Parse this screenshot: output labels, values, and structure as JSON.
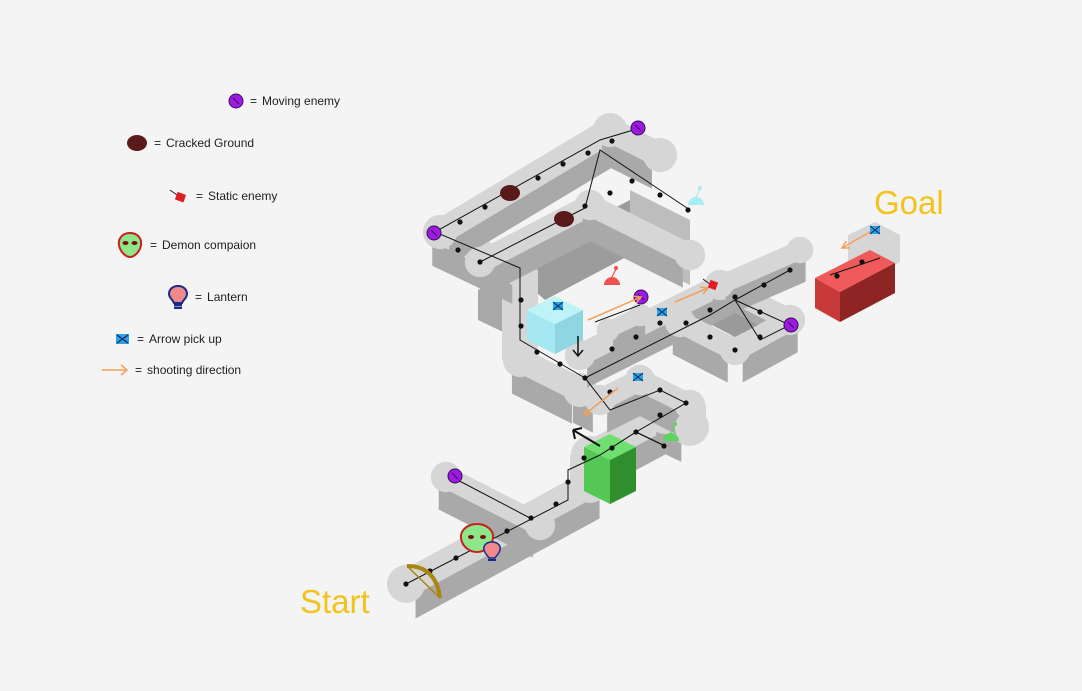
{
  "legend": {
    "moving_enemy": "Moving enemy",
    "cracked_ground": "Cracked Ground",
    "static_enemy": "Static enemy",
    "demon_companion": "Demon compaion",
    "lantern": "Lantern",
    "arrow_pickup": "Arrow pick up",
    "shooting_direction": "shooting direction",
    "equals": "="
  },
  "labels": {
    "start": "Start",
    "goal": "Goal"
  },
  "colors": {
    "background": "#f4f4f4",
    "floor_top": "#d6d6d6",
    "wall_side": "#a9a9a9",
    "moving_enemy": "#9b1be0",
    "cracked_ground": "#5a1a1a",
    "static_enemy": "#e01b24",
    "demon_companion": "#8ee68a",
    "lantern": "#f08a8a",
    "arrow_pickup": "#2ea0e6",
    "shooting_direction": "#f2a05a",
    "label_yellow": "#f2c31c",
    "goal_block": "#e84a4a",
    "green_block": "#4cc94c",
    "ice_block": "#a8ecf4"
  },
  "icons": [
    "moving-enemy-icon",
    "cracked-ground-icon",
    "static-enemy-icon",
    "demon-companion-icon",
    "lantern-icon",
    "arrow-pickup-icon",
    "shooting-direction-icon",
    "bow-icon"
  ]
}
